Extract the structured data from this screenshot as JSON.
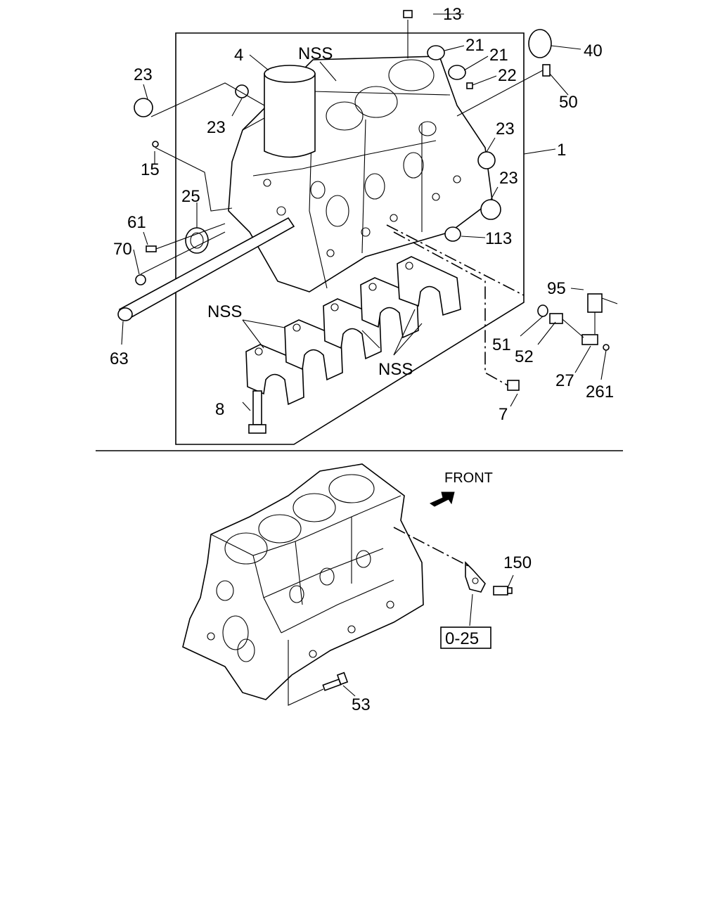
{
  "callouts": {
    "c1": "1",
    "c4": "4",
    "c7": "7",
    "c8": "8",
    "c13": "13",
    "c15": "15",
    "c21a": "21",
    "c21b": "21",
    "c22": "22",
    "c23a": "23",
    "c23b": "23",
    "c23c": "23",
    "c23d": "23",
    "c25": "25",
    "c27": "27",
    "c40": "40",
    "c50": "50",
    "c51": "51",
    "c52": "52",
    "c53": "53",
    "c61": "61",
    "c63": "63",
    "c70": "70",
    "c95": "95",
    "c113": "113",
    "c150": "150",
    "c261": "261",
    "nss1": "NSS",
    "nss2": "NSS",
    "nss3": "NSS"
  },
  "front_label": "FRONT",
  "reference_box": "0-25",
  "icons": {
    "front_arrow": "arrow-icon"
  }
}
